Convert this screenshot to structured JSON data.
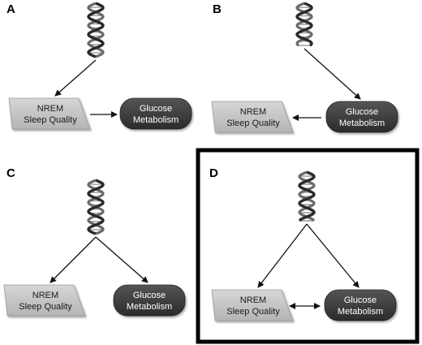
{
  "panels": [
    {
      "letter": "A",
      "highlighted": false,
      "gene_to": "nrem",
      "link": "nrem_to_glucose"
    },
    {
      "letter": "B",
      "highlighted": false,
      "gene_to": "glucose",
      "link": "glucose_to_nrem"
    },
    {
      "letter": "C",
      "highlighted": false,
      "gene_to": "both",
      "link": "none"
    },
    {
      "letter": "D",
      "highlighted": true,
      "gene_to": "both",
      "link": "bidirectional"
    }
  ],
  "nodes": {
    "gene": {
      "icon": "dna-helix-icon"
    },
    "nrem": {
      "line1": "NREM",
      "line2": "Sleep Quality",
      "color": "#c8c8c8",
      "shape": "trapezoid"
    },
    "glucose": {
      "line1": "Glucose",
      "line2": "Metabolism",
      "color": "#3d3d3d",
      "shape": "rounded-rectangle"
    }
  },
  "colors": {
    "dna_dark": "#2a2a2a",
    "dna_light": "#9a9a9a",
    "arrow": "#111111",
    "frame": "#000000"
  }
}
